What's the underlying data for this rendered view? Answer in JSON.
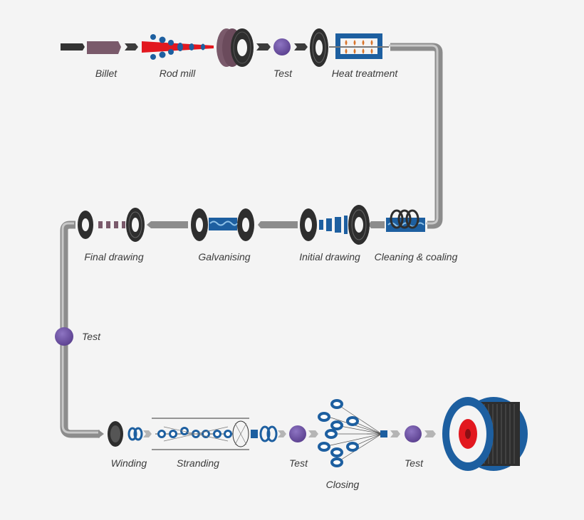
{
  "labels": {
    "billet": "Billet",
    "rod_mill": "Rod mill",
    "test_1": "Test",
    "heat_treatment": "Heat treatment",
    "final_drawing": "Final drawing",
    "galvanising": "Galvanising",
    "initial_drawing": "Initial drawing",
    "cleaning_coating": "Cleaning & coaling",
    "test_2": "Test",
    "winding": "Winding",
    "stranding": "Stranding",
    "test_3": "Test",
    "closing": "Closing",
    "test_4": "Test"
  },
  "colors": {
    "track": "#8c8c8c",
    "track_light": "#b5b5b5",
    "test_node": "#6a4f9e",
    "dark_arrow": "#3c3c3c",
    "blue": "#1d5fa0",
    "red": "#e2181f",
    "billet": "#7a5a6b",
    "coil": "#2e2e2e"
  }
}
